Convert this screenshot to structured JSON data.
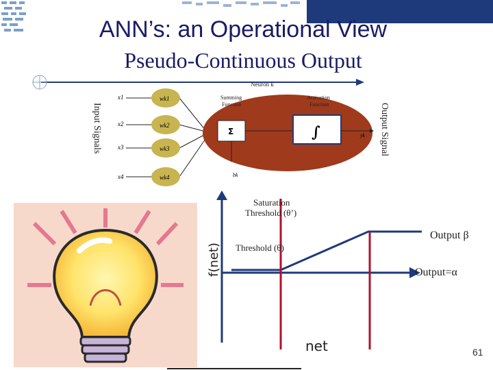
{
  "slide": {
    "title": "ANN’s: an Operational View",
    "subtitle": "Pseudo-Continuous Output",
    "page_number": "61"
  },
  "neuron": {
    "name": "Neuron k",
    "inputs": [
      "x1",
      "x2",
      "x3",
      "x4"
    ],
    "weights": [
      "wk1",
      "wk2",
      "wk3",
      "wk4"
    ],
    "summing_label": "Summing\nFunction",
    "activation_label": "Activation\nFunction",
    "sum_symbol": "Σ",
    "activation_symbol": "∫",
    "output": "yk",
    "bias": "bk",
    "input_signals_label": "Input Signals",
    "output_signal_label": "Output Signal"
  },
  "graph": {
    "y_axis_label": "f(net)",
    "x_axis_label": "net",
    "saturation_label_line1": "Saturation",
    "saturation_label_line2": "Threshold (θ’)",
    "threshold_label": "Threshold (θ)",
    "output_beta_label": "Output β",
    "output_alpha_label": "Output=α"
  },
  "colors": {
    "title": "#1a1a66",
    "node_yellow": "#c8b450",
    "neuron_body": "#a03a1c",
    "axis_blue": "#1f3a7a",
    "threshold_red": "#b0102c",
    "activation_box": "#1f3a7a"
  }
}
